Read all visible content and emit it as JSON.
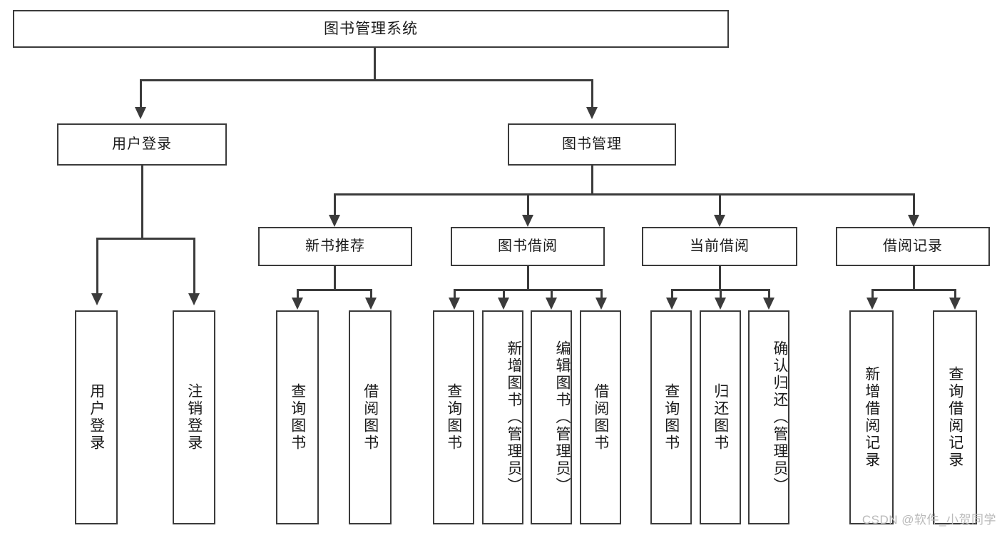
{
  "diagram": {
    "title": "图书管理系统",
    "type": "tree",
    "watermark": "CSDN @软件_小贺同学",
    "colors": {
      "stroke": "#3b3b3b",
      "fill": "#ffffff",
      "text": "#1b1b1b",
      "watermark": "#b9b9b9"
    }
  },
  "nodes": {
    "root": {
      "label": "图书管理系统"
    },
    "level2": [
      {
        "id": "user-login",
        "label": "用户登录"
      },
      {
        "id": "book-manage",
        "label": "图书管理"
      }
    ],
    "level3": [
      {
        "id": "new-book-recommend",
        "label": "新书推荐"
      },
      {
        "id": "book-borrow",
        "label": "图书借阅"
      },
      {
        "id": "current-borrow",
        "label": "当前借阅"
      },
      {
        "id": "borrow-record",
        "label": "借阅记录"
      }
    ],
    "leaves": {
      "user_login": [
        {
          "id": "leaf-user-login",
          "label": "用户登录"
        },
        {
          "id": "leaf-logout-login",
          "label": "注销登录"
        }
      ],
      "new_book_recommend": [
        {
          "id": "leaf-query-book-1",
          "label": "查询图书"
        },
        {
          "id": "leaf-borrow-book-1",
          "label": "借阅图书"
        }
      ],
      "book_borrow": [
        {
          "id": "leaf-query-book-2",
          "label": "查询图书"
        },
        {
          "id": "leaf-add-book",
          "label": "新增图书（管理员）"
        },
        {
          "id": "leaf-edit-book",
          "label": "编辑图书（管理员）"
        },
        {
          "id": "leaf-borrow-book-2",
          "label": "借阅图书"
        }
      ],
      "current_borrow": [
        {
          "id": "leaf-query-book-3",
          "label": "查询图书"
        },
        {
          "id": "leaf-return-book",
          "label": "归还图书"
        },
        {
          "id": "leaf-confirm-return",
          "label": "确认归还（管理员）"
        }
      ],
      "borrow_record": [
        {
          "id": "leaf-add-record",
          "label": "新增借阅记录"
        },
        {
          "id": "leaf-query-record",
          "label": "查询借阅记录"
        }
      ]
    }
  }
}
